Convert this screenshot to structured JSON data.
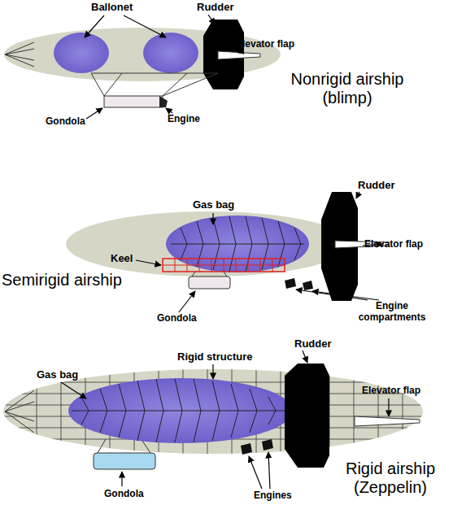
{
  "diagram": {
    "labels": [
      "Ballonet",
      "Rudder",
      "Elevator flap",
      "Nonrigid airship (blimp)",
      "Gondola",
      "Engine",
      "Gas bag",
      "Rudder",
      "Elevator flap",
      "Keel",
      "Semirigid airship",
      "Gondola",
      "Engine compartments",
      "Rigid structure",
      "Rudder",
      "Gas bag",
      "Elevator flap",
      "Gondola",
      "Rigid airship (Zeppelin)",
      "Engines"
    ]
  }
}
